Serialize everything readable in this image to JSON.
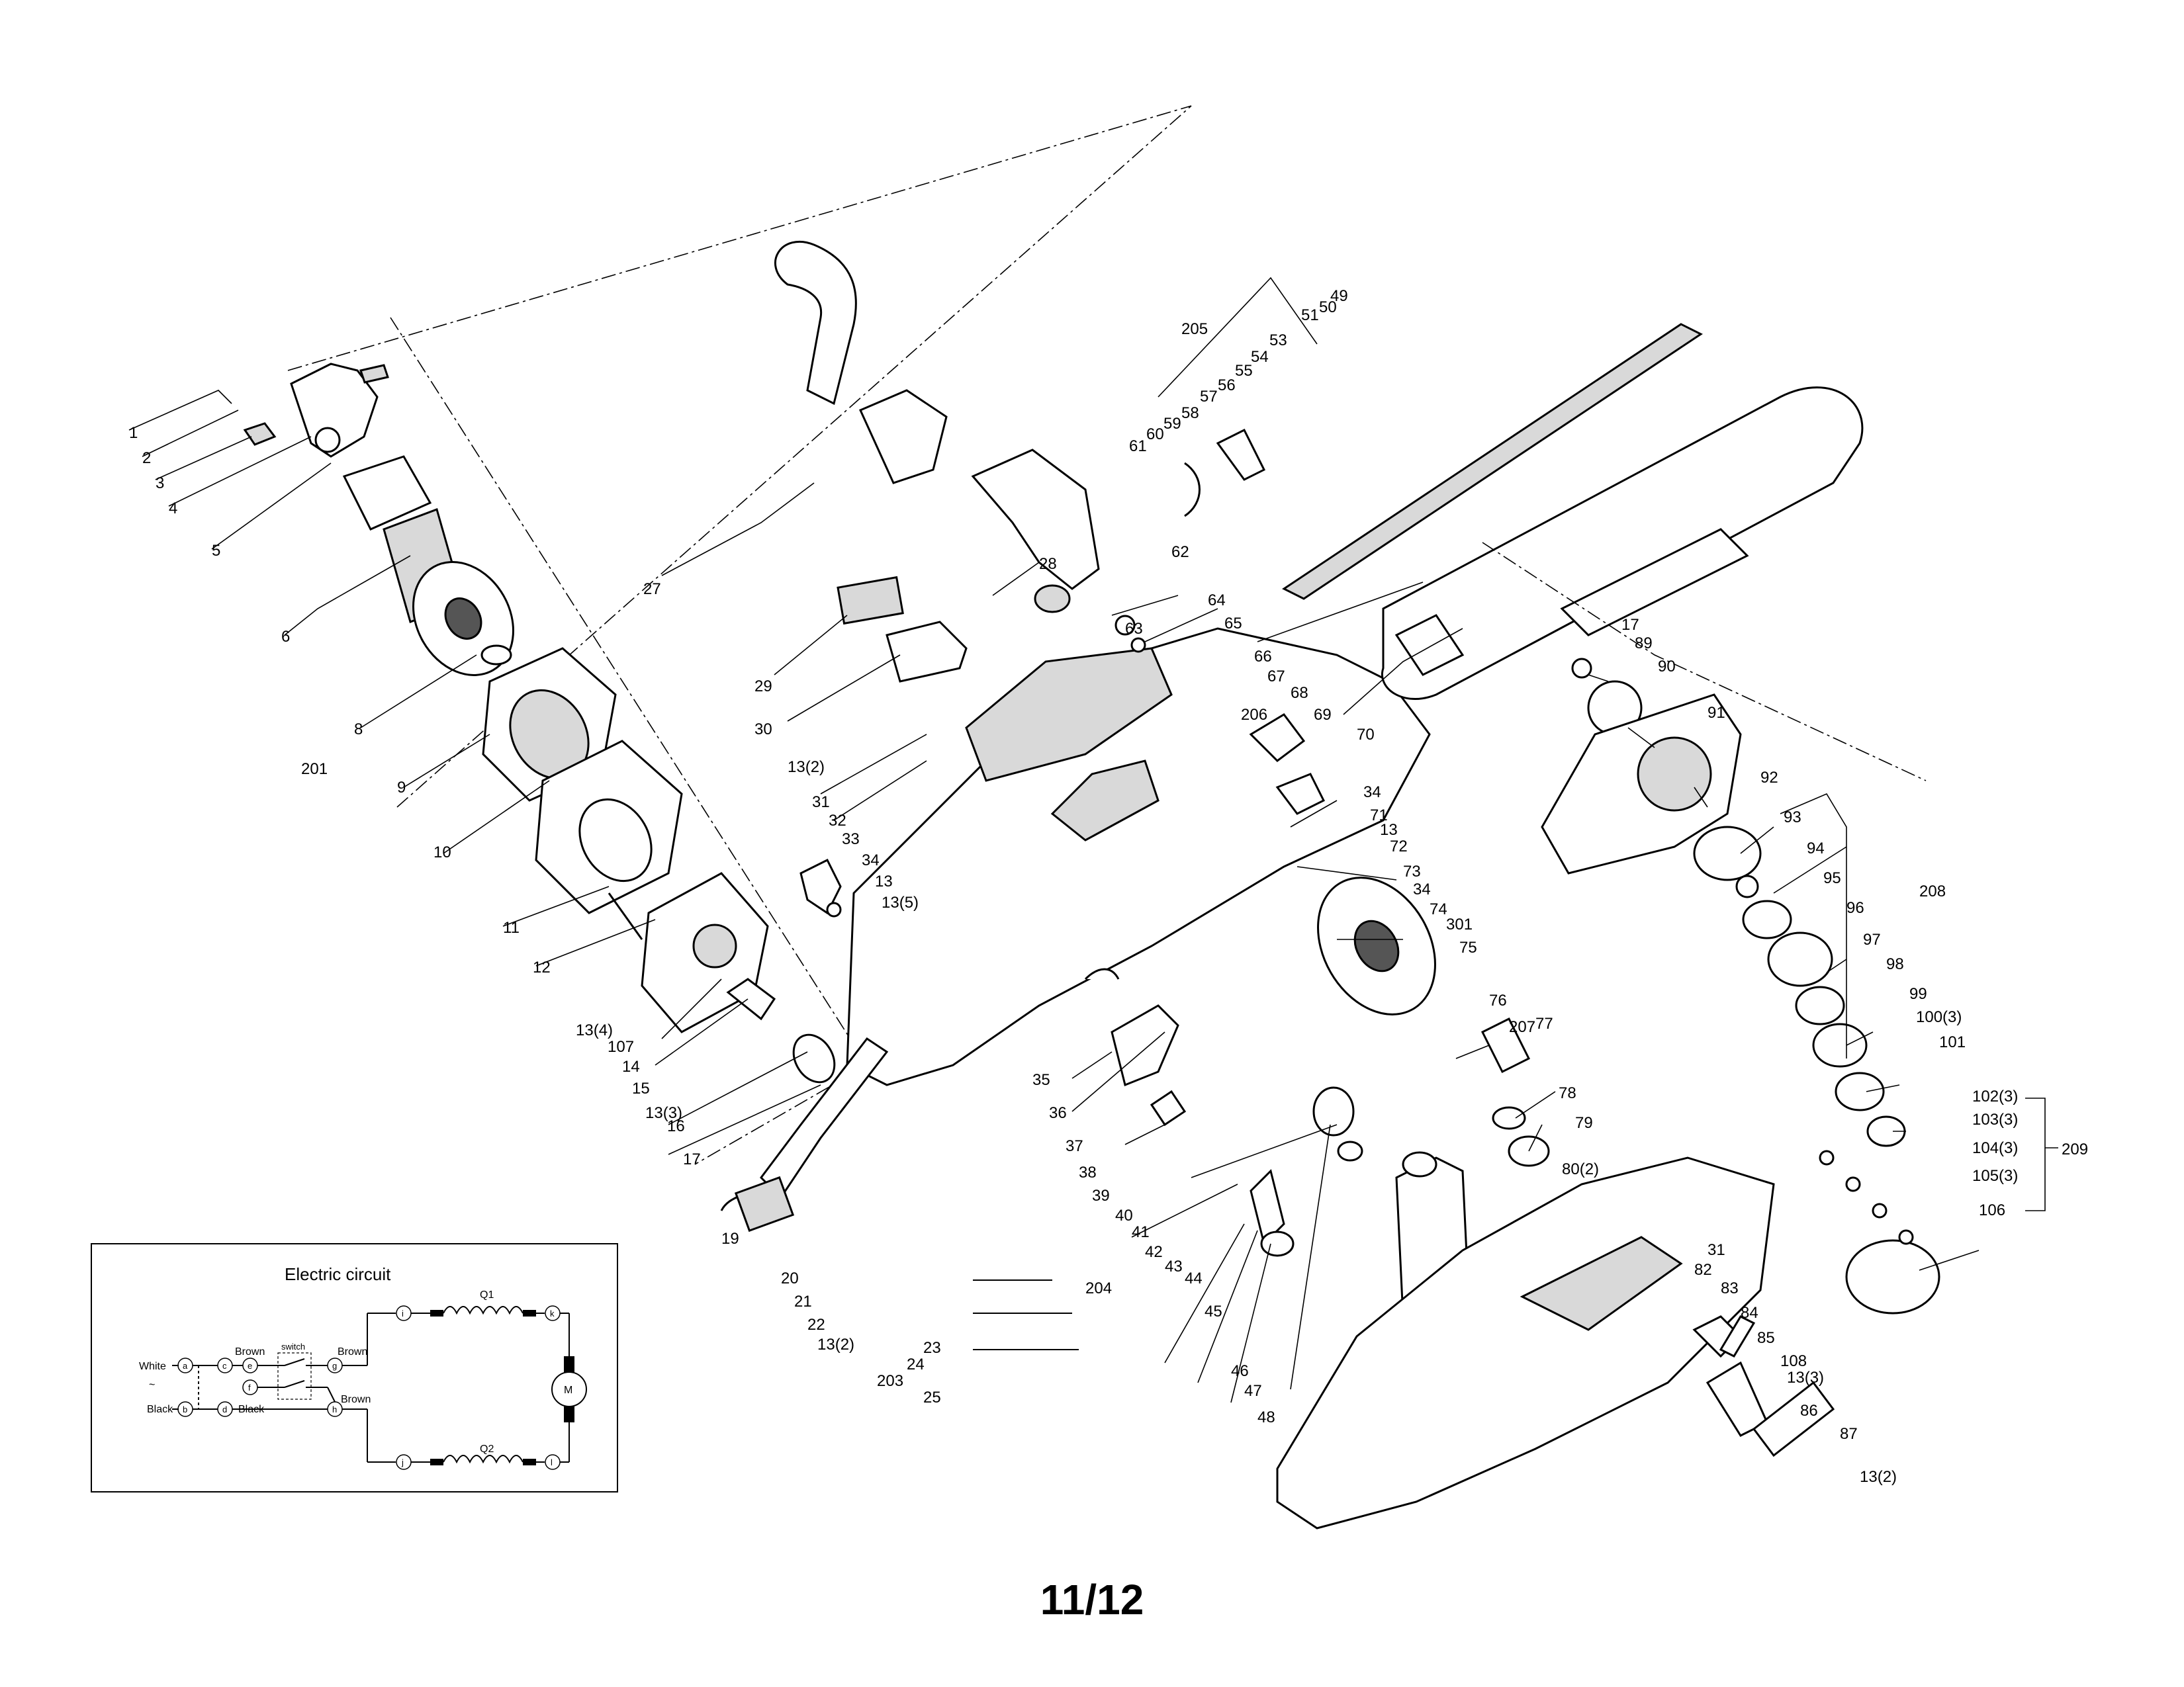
{
  "page_number": "11/12",
  "circuit": {
    "title": "Electric circuit",
    "q1": "Q1",
    "q2": "Q2",
    "motor": "M",
    "white": "White",
    "black_left": "Black",
    "brown_top": "Brown",
    "switch": "switch",
    "brown_right_top": "Brown",
    "black_mid": "Black",
    "brown_right_bottom": "Brown",
    "tilde": "~",
    "nodes": [
      "a",
      "b",
      "c",
      "d",
      "e",
      "f",
      "g",
      "h",
      "i",
      "j",
      "k",
      "l"
    ]
  },
  "callouts": [
    "1",
    "2",
    "3",
    "4",
    "5",
    "6",
    "8",
    "201",
    "9",
    "10",
    "11",
    "12",
    "13(4)",
    "107",
    "14",
    "15",
    "13(3)",
    "16",
    "17",
    "27",
    "28",
    "29",
    "30",
    "13(2)",
    "31",
    "32",
    "33",
    "34",
    "13",
    "13(5)",
    "35",
    "36",
    "37",
    "38",
    "39",
    "40",
    "41",
    "42",
    "43",
    "44",
    "45",
    "46",
    "47",
    "48",
    "19",
    "20",
    "21",
    "22",
    "13(2)",
    "23",
    "24",
    "203",
    "25",
    "204",
    "205",
    "49",
    "50",
    "51",
    "53",
    "54",
    "55",
    "56",
    "57",
    "58",
    "59",
    "60",
    "61",
    "62",
    "63",
    "64",
    "65",
    "66",
    "67",
    "68",
    "69",
    "70",
    "206",
    "34",
    "71",
    "13",
    "72",
    "73",
    "34",
    "74",
    "301",
    "75",
    "76",
    "77",
    "207",
    "78",
    "79",
    "80(2)",
    "17",
    "89",
    "90",
    "91",
    "92",
    "93",
    "94",
    "95",
    "96",
    "97",
    "98",
    "208",
    "99",
    "100(3)",
    "101",
    "102(3)",
    "103(3)",
    "104(3)",
    "105(3)",
    "209",
    "106",
    "31",
    "82",
    "83",
    "84",
    "85",
    "108",
    "13(3)",
    "86",
    "87",
    "13(2)"
  ]
}
